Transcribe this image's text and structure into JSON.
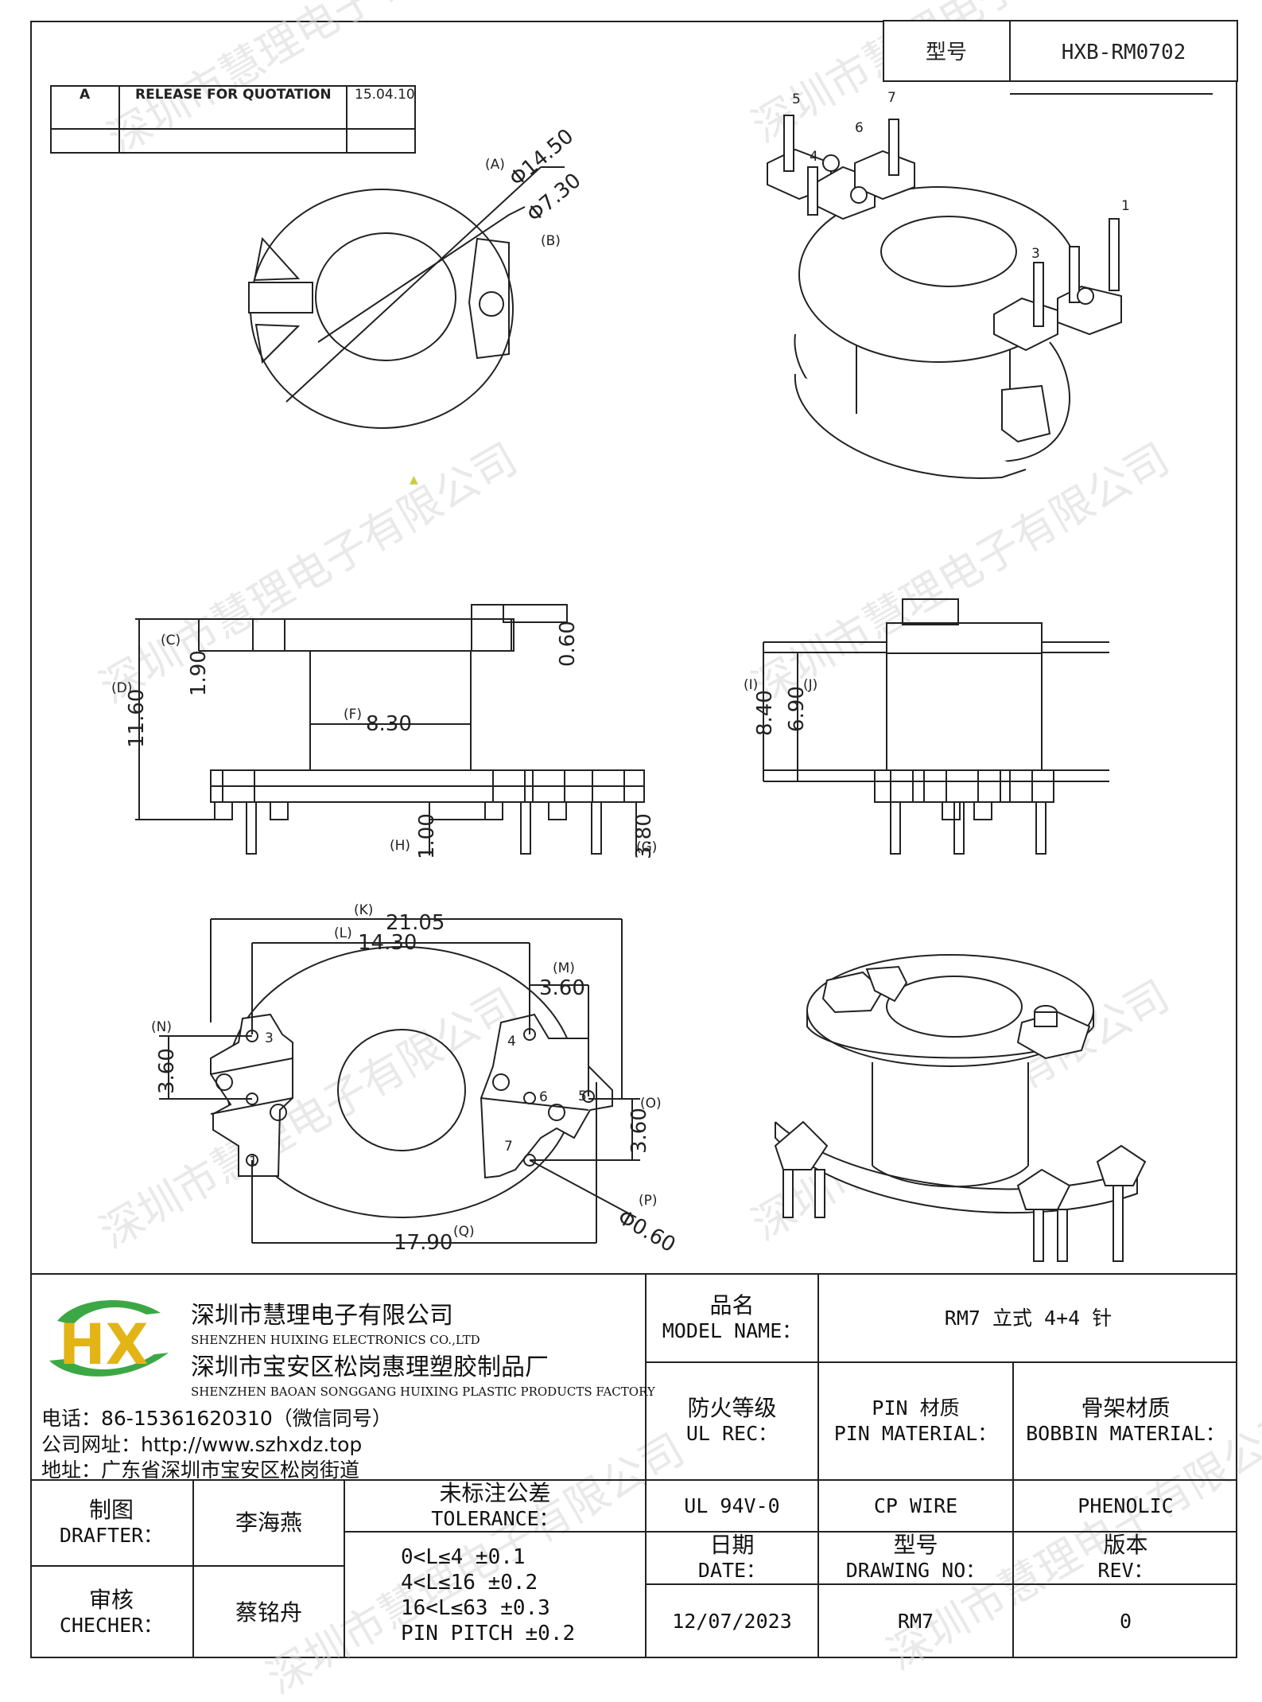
{
  "header": {
    "model_label": "型号",
    "model_value": "HXB-RM0702"
  },
  "revision_table": {
    "rev": "A",
    "desc": "RELEASE FOR QUOTATION",
    "date": "15.04.10"
  },
  "dimensions": {
    "A": "(A)",
    "A_val": "Φ14.50",
    "B": "(B)",
    "B_val": "Φ7.30",
    "C": "(C)",
    "C_val": "1.90",
    "D": "(D)",
    "D_val": "11.60",
    "F": "(F)",
    "F_val": "8.30",
    "top_right_val": "0.60",
    "H": "(H)",
    "H_val": "1.00",
    "G": "(G)",
    "G_val": "3.80",
    "I": "(I)",
    "I_val": "8.40",
    "J": "(J)",
    "J_val": "6.90",
    "K": "(K)",
    "K_val": "21.05",
    "L": "(L)",
    "L_val": "14.30",
    "M": "(M)",
    "M_val": "3.60",
    "N": "(N)",
    "N_val": "3.60",
    "O": "(O)",
    "O_val": "3.60",
    "P": "(P)",
    "P_val": "Φ0.60",
    "Q": "(Q)",
    "Q_val": "17.90"
  },
  "pins": {
    "p1": "1",
    "p3": "3",
    "p4": "4",
    "p5": "5",
    "p6": "6",
    "p7": "7"
  },
  "watermark": "深圳市慧理电子有限公司",
  "company": {
    "logo": "HX",
    "name_cn": "深圳市慧理电子有限公司",
    "name_en": "SHENZHEN HUIXING ELECTRONICS CO.,LTD",
    "factory_cn": "深圳市宝安区松岗惠理塑胶制品厂",
    "factory_en": "SHENZHEN BAOAN SONGGANG HUIXING PLASTIC PRODUCTS FACTORY",
    "phone": "电话：86-15361620310（微信同号）",
    "website": "公司网址：http://www.szhxdz.top",
    "address": "地址：广东省深圳市宝安区松岗街道"
  },
  "title_block": {
    "model_name_cn": "品名",
    "model_name_en": "MODEL NAME：",
    "model_name_val": "RM7 立式 4+4 针",
    "ul_cn": "防火等级",
    "ul_en": "UL REC：",
    "ul_val": "UL 94V-0",
    "pin_cn": "PIN 材质",
    "pin_en": "PIN MATERIAL：",
    "pin_val": "CP WIRE",
    "bobbin_cn": "骨架材质",
    "bobbin_en": "BOBBIN MATERIAL：",
    "bobbin_val": "PHENOLIC",
    "drafter_cn": "制图",
    "drafter_en": "DRAFTER：",
    "drafter_val": "李海燕",
    "checker_cn": "审核",
    "checker_en": "CHECHER：",
    "checker_val": "蔡铭舟",
    "tol_cn": "未标注公差",
    "tol_en": "TOLERANCE：",
    "tol_lines": [
      "0<L≤4  ±0.1",
      "4<L≤16 ±0.2",
      "16<L≤63 ±0.3",
      "PIN PITCH ±0.2"
    ],
    "date_cn": "日期",
    "date_en": "DATE：",
    "date_val": "12/07/2023",
    "drawing_cn": "型号",
    "drawing_en": "DRAWING NO：",
    "drawing_val": "RM7",
    "rev_cn": "版本",
    "rev_en": "REV：",
    "rev_val": "0"
  }
}
